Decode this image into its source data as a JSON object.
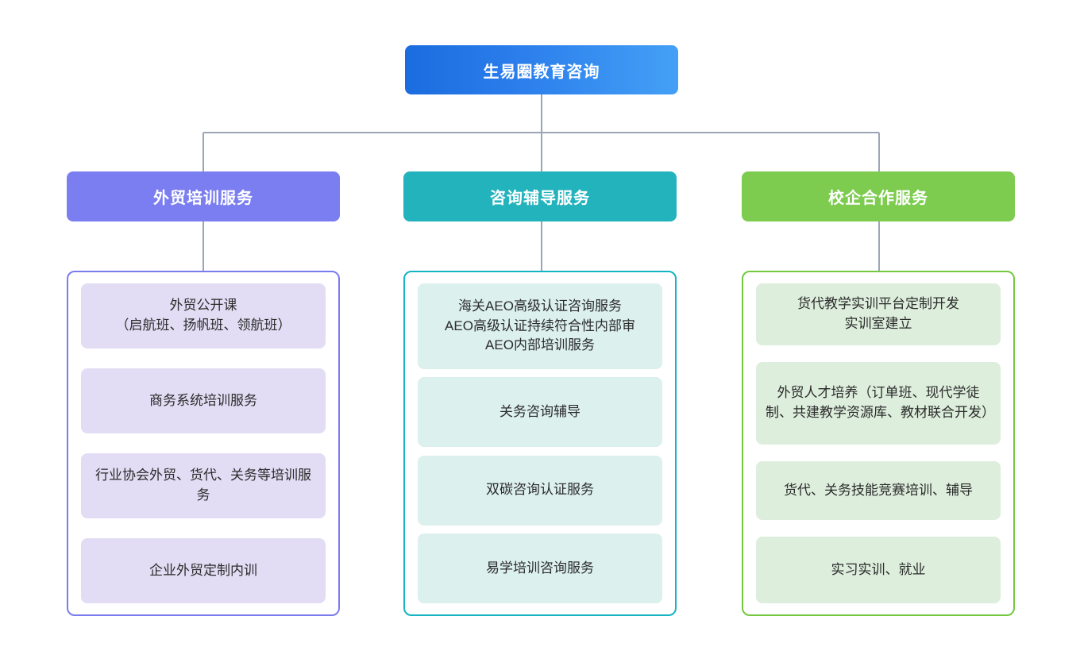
{
  "diagram": {
    "type": "organizational-tree",
    "orientation": "top-down",
    "levels": 3,
    "connector_color": "#9aa6b5"
  },
  "root": {
    "label": "生易圈教育咨询",
    "gradient_from": "#1b6ddf",
    "gradient_to": "#44a0f6",
    "text_color": "#ffffff"
  },
  "branches": [
    {
      "id": "training",
      "label": "外贸培训服务",
      "header_color": "#7b7ef0",
      "border_color": "#7b7bf0",
      "card_color": "#e2ddf4",
      "items": [
        {
          "label": "外贸公开课\n（启航班、扬帆班、领航班）"
        },
        {
          "label": "商务系统培训服务"
        },
        {
          "label": "行业协会外贸、货代、关务等培训服务"
        },
        {
          "label": "企业外贸定制内训"
        }
      ]
    },
    {
      "id": "consulting",
      "label": "咨询辅导服务",
      "header_color": "#23b3bd",
      "border_color": "#14b4c4",
      "card_color": "#dcf0ee",
      "items": [
        {
          "label": "海关AEO高级认证咨询服务\nAEO高级认证持续符合性内部审\nAEO内部培训服务"
        },
        {
          "label": "关务咨询辅导"
        },
        {
          "label": "双碳咨询认证服务"
        },
        {
          "label": "易学培训咨询服务"
        }
      ]
    },
    {
      "id": "cooperation",
      "label": "校企合作服务",
      "header_color": "#7dcc4f",
      "border_color": "#74c83f",
      "card_color": "#ddeedc",
      "items": [
        {
          "label": "货代教学实训平台定制开发\n实训室建立"
        },
        {
          "label": "外贸人才培养（订单班、现代学徒制、共建教学资源库、教材联合开发）"
        },
        {
          "label": "货代、关务技能竞赛培训、辅导"
        },
        {
          "label": "实习实训、就业"
        }
      ]
    }
  ]
}
